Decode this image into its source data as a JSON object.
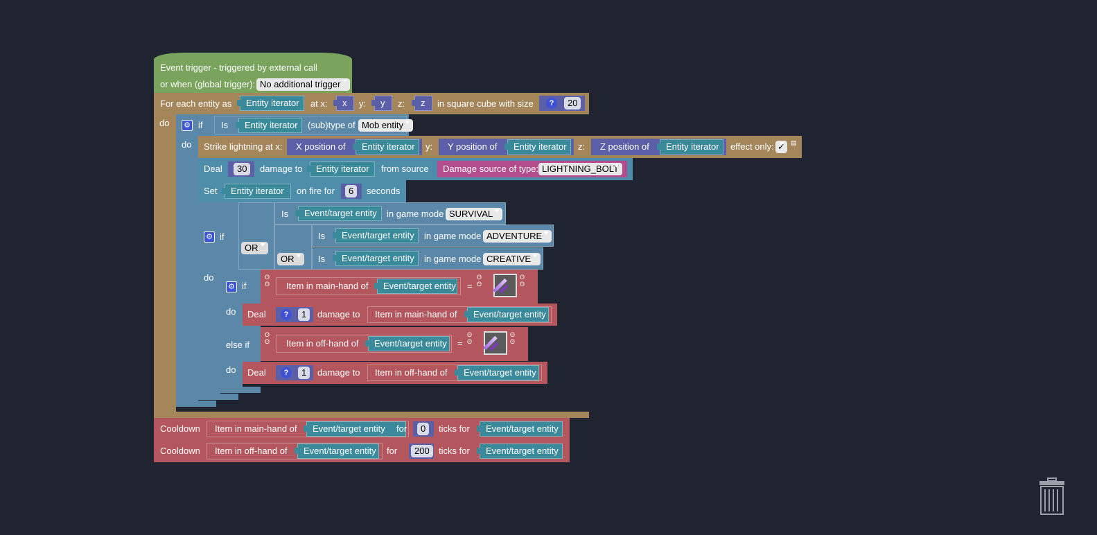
{
  "event": {
    "line1": "Event trigger - triggered by external call",
    "line2": "or when (global trigger):",
    "trigger": "No additional trigger"
  },
  "foreach": {
    "label": "For each entity as",
    "iter": "Entity iterator",
    "at_x": "at x:",
    "x": "x",
    "y_label": "y:",
    "y": "y",
    "z_label": "z:",
    "z": "z",
    "cube": "in square cube with size",
    "size": "20",
    "do": "do"
  },
  "if1": {
    "if": "if",
    "is": "Is",
    "iter": "Entity iterator",
    "subtype": "(sub)type of",
    "mob": "Mob entity",
    "do": "do"
  },
  "strike": {
    "label": "Strike lightning at x:",
    "xpos": "X position of",
    "iter1": "Entity iterator",
    "y": "y:",
    "ypos": "Y position of",
    "iter2": "Entity iterator",
    "z": "z:",
    "zpos": "Z position of",
    "iter3": "Entity iterator",
    "effect": "effect only:",
    "check": "✓"
  },
  "deal1": {
    "deal": "Deal",
    "amount": "30",
    "damage_to": "damage to",
    "iter": "Entity iterator",
    "from": "from source",
    "src": "Damage source of type:",
    "type": "LIGHTNING_BOLT"
  },
  "fire": {
    "set": "Set",
    "iter": "Entity iterator",
    "on_fire": "on fire for",
    "secs": "6",
    "seconds": "seconds"
  },
  "if2": {
    "if": "if",
    "do": "do",
    "or1": "OR",
    "or2": "OR",
    "is": "Is",
    "target": "Event/target entity",
    "mode": "in game mode",
    "survival": "SURVIVAL",
    "adventure": "ADVENTURE",
    "creative": "CREATIVE"
  },
  "if3": {
    "if": "if",
    "do": "do",
    "elseif": "else if",
    "main": "Item in main-hand of",
    "off": "Item in off-hand of",
    "target": "Event/target entity",
    "eq": "=",
    "deal": "Deal",
    "q": "?",
    "one": "1",
    "damage_to": "damage to"
  },
  "cd1": {
    "label": "Cooldown",
    "item": "Item in main-hand of",
    "target": "Event/target entity",
    "for": "for",
    "ticks": "0",
    "ticks_for": "ticks for",
    "target2": "Event/target entity"
  },
  "cd2": {
    "label": "Cooldown",
    "item": "Item in off-hand of",
    "target": "Event/target entity",
    "for": "for",
    "ticks": "200",
    "ticks_for": "ticks for",
    "target2": "Event/target entity"
  },
  "colors": {
    "bg": "#1f2430",
    "event": "#7aa35e",
    "loop": "#a5865b",
    "logic": "#5b87a8",
    "world": "#4e8eaa",
    "item": "#b4565d"
  },
  "icons": {
    "q": "?",
    "gear": "gear-icon",
    "trash": "trash-icon"
  }
}
